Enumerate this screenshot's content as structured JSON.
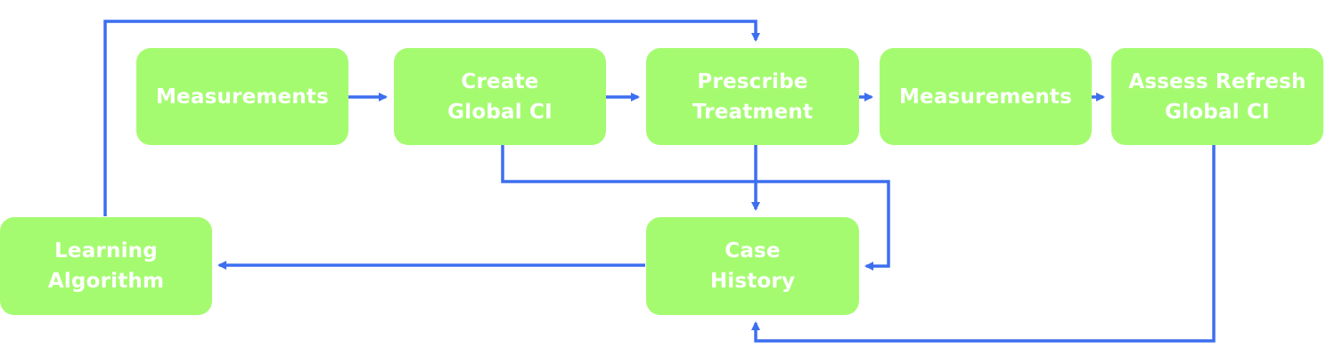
{
  "colors": {
    "node_fill": "#a5fb70",
    "node_text": "#ffffff",
    "connector": "#3c6ef0",
    "background": "#ffffff"
  },
  "nodes": {
    "measurements_1": {
      "label": "Measurements"
    },
    "create_global_ci": {
      "label": "Create\nGlobal CI"
    },
    "prescribe_treatment": {
      "label": "Prescribe\nTreatment"
    },
    "measurements_2": {
      "label": "Measurements"
    },
    "assess_refresh_global_ci": {
      "label": "Assess Refresh\nGlobal CI"
    },
    "case_history": {
      "label": "Case\nHistory"
    },
    "learning_algorithm": {
      "label": "Learning\nAlgorithm"
    }
  },
  "edges": [
    {
      "from": "measurements_1",
      "to": "create_global_ci"
    },
    {
      "from": "create_global_ci",
      "to": "prescribe_treatment"
    },
    {
      "from": "prescribe_treatment",
      "to": "measurements_2"
    },
    {
      "from": "measurements_2",
      "to": "assess_refresh_global_ci"
    },
    {
      "from": "create_global_ci",
      "to": "case_history"
    },
    {
      "from": "prescribe_treatment",
      "to": "case_history"
    },
    {
      "from": "assess_refresh_global_ci",
      "to": "case_history"
    },
    {
      "from": "case_history",
      "to": "learning_algorithm"
    },
    {
      "from": "learning_algorithm",
      "to": "prescribe_treatment"
    }
  ]
}
